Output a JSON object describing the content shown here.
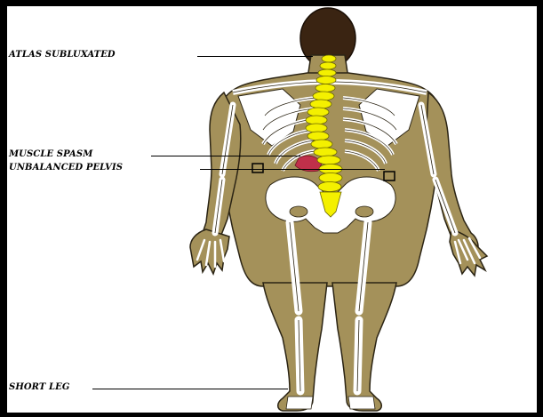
{
  "labels": {
    "atlas": "ATLAS SUBLUXATED",
    "muscle": "MUSCLE SPASM",
    "pelvis": "UNBALANCED PELVIS",
    "leg": "SHORT LEG"
  },
  "colors": {
    "frame": "#000000",
    "background": "#ffffff",
    "body": "#a4915a",
    "body_outline": "#2b2414",
    "hair": "#3a2412",
    "bone": "#ffffff",
    "spine": "#f4f000",
    "muscle_spasm": "#c0304a"
  }
}
